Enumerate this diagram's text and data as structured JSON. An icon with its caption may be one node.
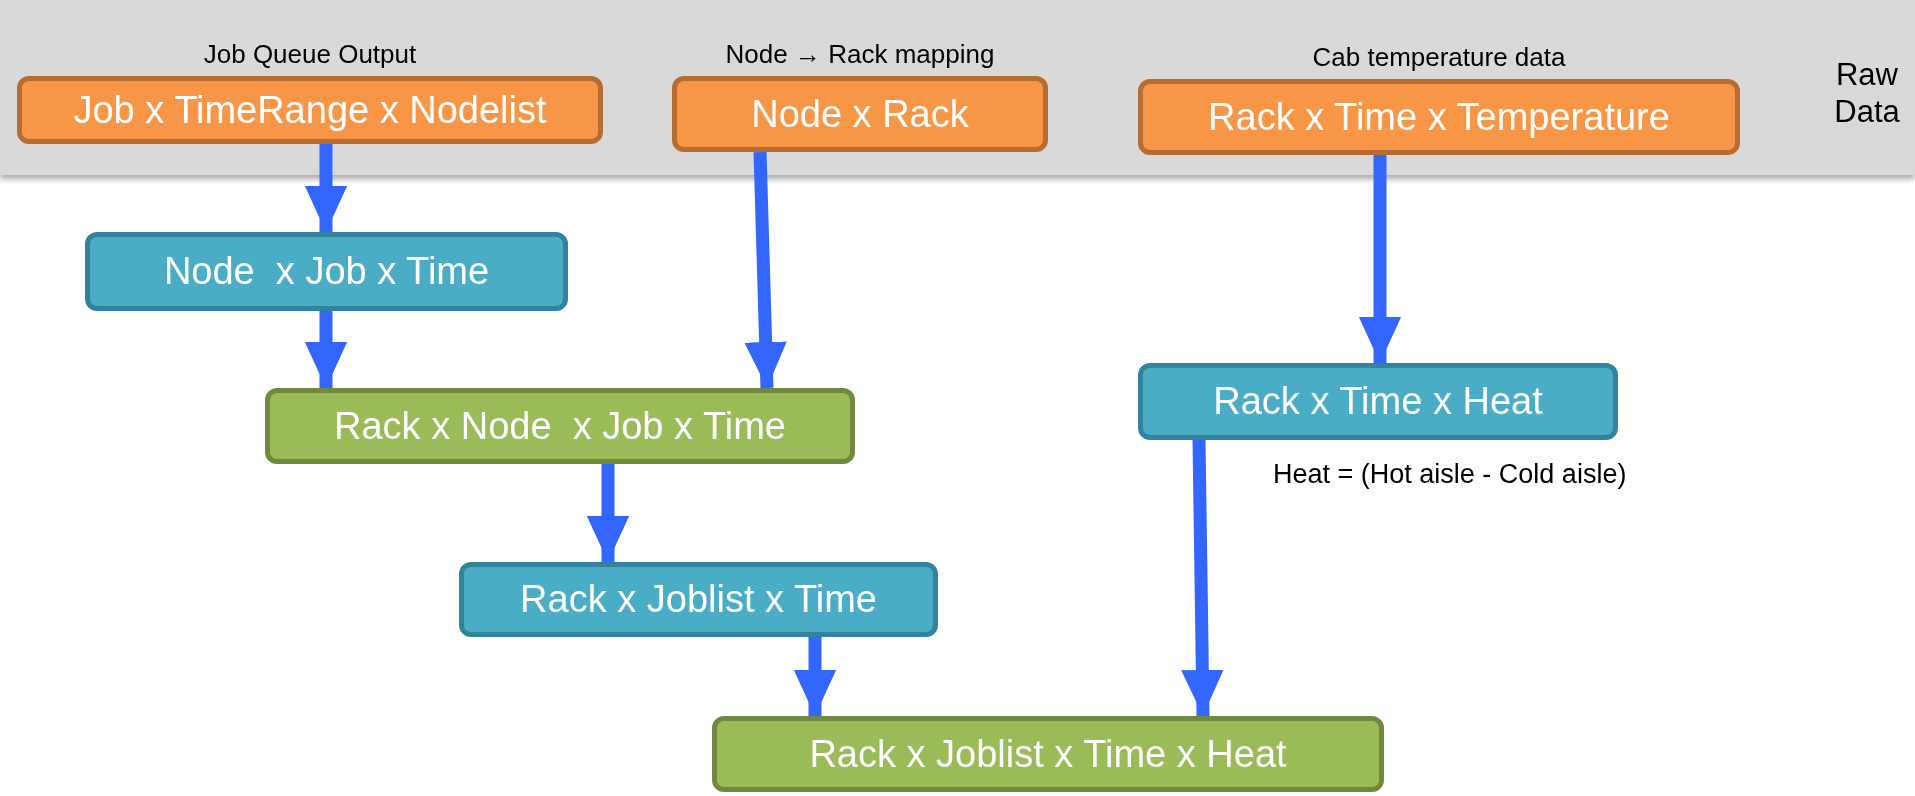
{
  "diagram": {
    "nodes": [
      {
        "text": [
          "Raw Data"
        ]
      },
      {
        "text": [
          "Job Queue Output",
          "Job x TimeRange x Nodelist"
        ],
        "in": 0
      },
      {
        "text": [
          "Node → Rack mapping",
          "Node x Rack"
        ],
        "in": 0
      },
      {
        "text": [
          "Cab temperature data",
          "Rack x Time x Temperature"
        ],
        "in": 0
      },
      {
        "text": [
          "Node  x Job x Time"
        ]
      },
      {
        "text": [
          "Rack x Node  x Job x Time"
        ]
      },
      {
        "text": [
          "Rack x Time x Heat"
        ],
        "beside": [
          "Heat = (Hot aisle - Cold aisle)"
        ]
      },
      {
        "text": [
          "Rack x Joblist x Time"
        ]
      },
      {
        "text": [
          "Rack x Joblist x Time x Heat"
        ]
      }
    ],
    "edges": [
      {
        "from": 1,
        "to": 4,
        "arrow": "to"
      },
      {
        "from": 4,
        "to": 5,
        "arrow": "to"
      },
      {
        "from": 2,
        "to": 5,
        "arrow": "to"
      },
      {
        "from": 3,
        "to": 6,
        "arrow": "to"
      },
      {
        "from": 5,
        "to": 7,
        "arrow": "to"
      },
      {
        "from": 7,
        "to": 8,
        "arrow": "to"
      },
      {
        "from": 6,
        "to": 8,
        "arrow": "to"
      }
    ]
  }
}
